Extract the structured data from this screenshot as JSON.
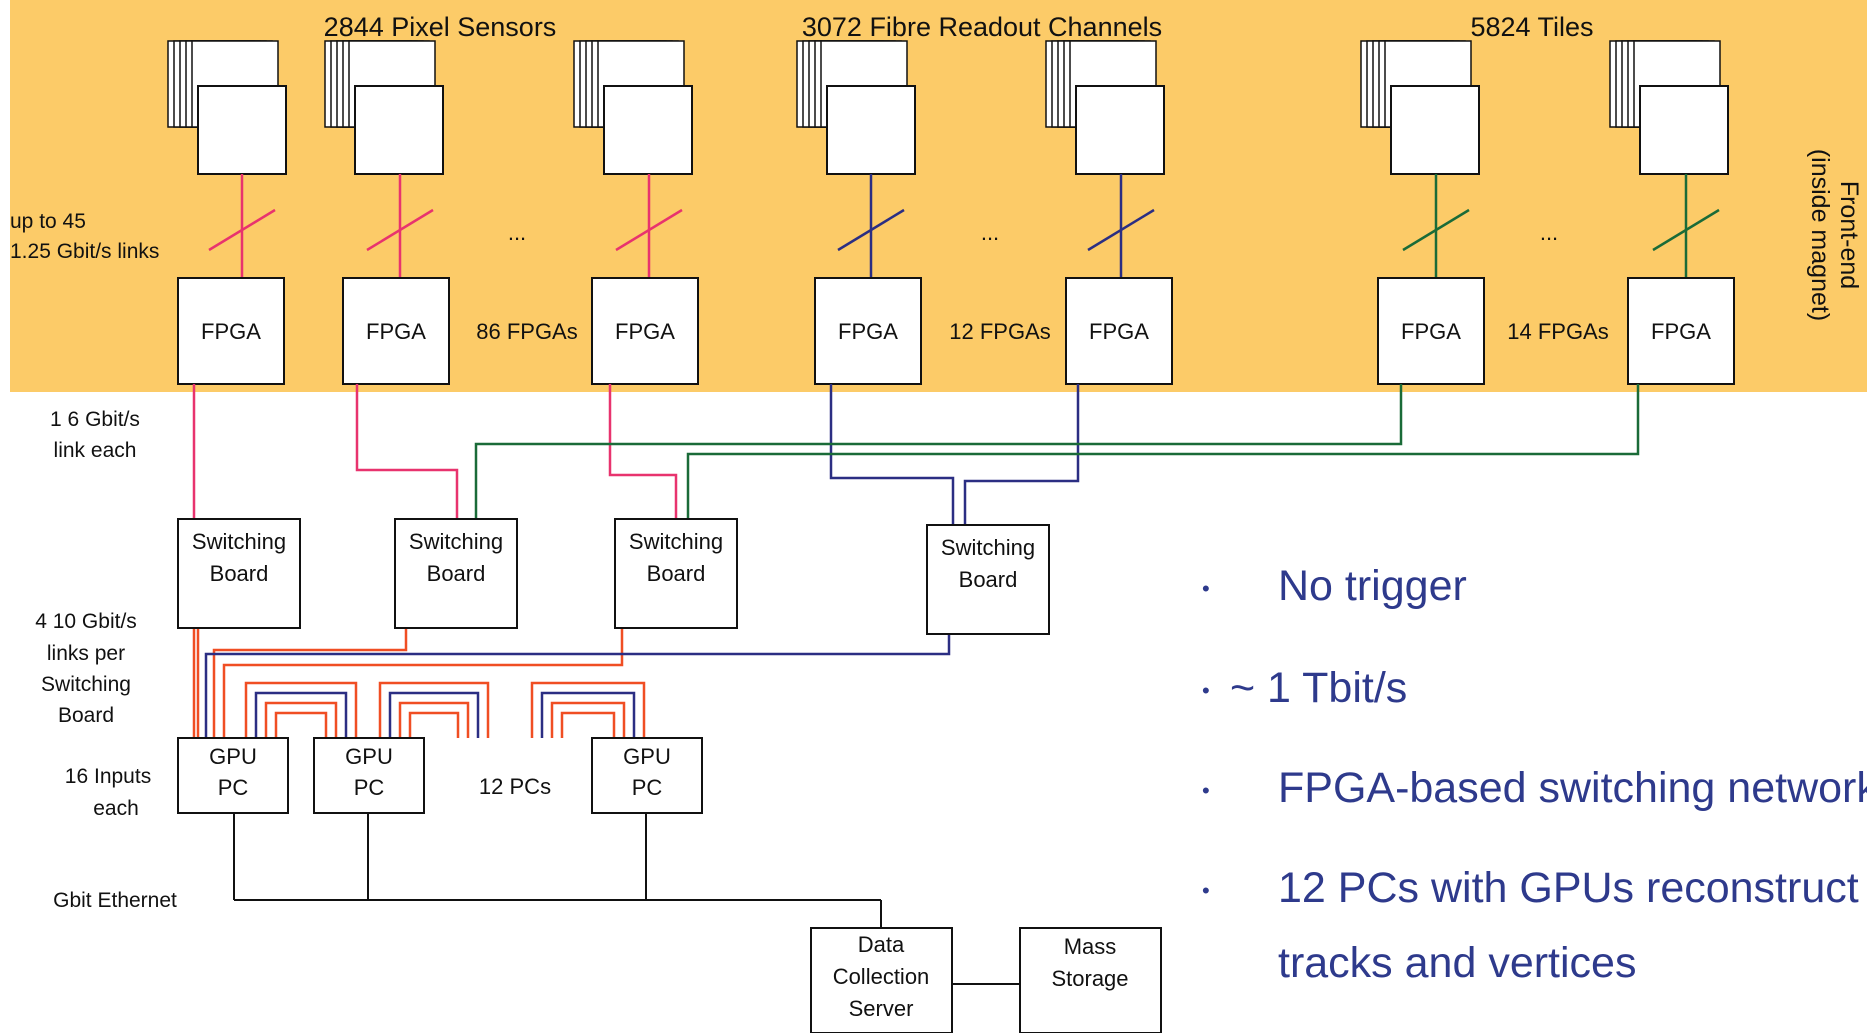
{
  "front_end": {
    "pixel_header": "2844 Pixel Sensors",
    "fibre_header": "3072 Fibre Readout Channels",
    "tiles_header": "5824 Tiles",
    "side_label_line1": "Front-end",
    "side_label_line2": "(inside magnet)",
    "link_note_line1": "up to 45",
    "link_note_line2": "1.25 Gbit/s links",
    "ellipsis": "...",
    "fpga_label": "FPGA",
    "pixel_fpga_count": "86 FPGAs",
    "fibre_fpga_count": "12 FPGAs",
    "tiles_fpga_count": "14 FPGAs"
  },
  "links": {
    "fpga_link_line1": "1 6 Gbit/s",
    "fpga_link_line2": "link each",
    "switch_link_line1": "4 10 Gbit/s",
    "switch_link_line2": "links per",
    "switch_link_line3": "Switching",
    "switch_link_line4": "Board"
  },
  "switching": {
    "line1": "Switching",
    "line2": "Board"
  },
  "pcs": {
    "line1": "GPU",
    "line2": "PC",
    "count_label": "12 PCs",
    "inputs_line1": "16 Inputs",
    "inputs_line2": "each",
    "ethernet_label": "Gbit Ethernet"
  },
  "storage": {
    "server_line1": "Data",
    "server_line2": "Collection",
    "server_line3": "Server",
    "mass_line1": "Mass",
    "mass_line2": "Storage"
  },
  "bullets": [
    "No trigger",
    "~ 1 Tbit/s",
    "FPGA-based switching network",
    "12 PCs with GPUs reconstruct",
    "tracks and vertices"
  ],
  "colors": {
    "front_end_bg": "#fccb68",
    "pixel_link": "#e8336e",
    "pixel_to_pc": "#f04e23",
    "fibre_link": "#2b2e83",
    "tiles_link": "#1a6b38",
    "bullet_text": "#2e3a8c"
  }
}
